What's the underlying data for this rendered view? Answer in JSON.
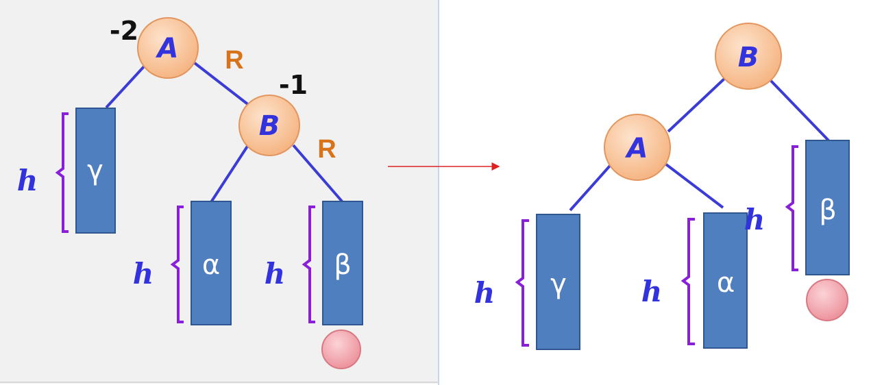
{
  "colors": {
    "edge": "#3b3bd6",
    "brace": "#8a1fd8",
    "subtree_fill": "#4f7fbf",
    "subtree_stroke": "#2e5790",
    "node_fill": "#f7c49a",
    "node_stroke": "#e3955e",
    "new_node_fill": "#f4a6ae",
    "rotation_label": "#d8731c",
    "arrow": "#dd2222",
    "left_panel_bg": "#f1f1f1"
  },
  "before": {
    "nodes": {
      "a": {
        "label": "A",
        "balance": "-2",
        "rotation": "R"
      },
      "b": {
        "label": "B",
        "balance": "-1",
        "rotation": "R"
      }
    },
    "subtrees": {
      "gamma": {
        "label": "γ",
        "height": "h"
      },
      "alpha": {
        "label": "α",
        "height": "h"
      },
      "beta": {
        "label": "β",
        "height": "h"
      }
    }
  },
  "after": {
    "nodes": {
      "b": {
        "label": "B"
      },
      "a": {
        "label": "A"
      }
    },
    "subtrees": {
      "gamma": {
        "label": "γ",
        "height": "h"
      },
      "alpha": {
        "label": "α",
        "height": "h"
      },
      "beta": {
        "label": "β",
        "height": "h"
      }
    }
  },
  "icons": {
    "inserted_node": "new-node-circle",
    "transform_arrow": "right-arrow"
  }
}
